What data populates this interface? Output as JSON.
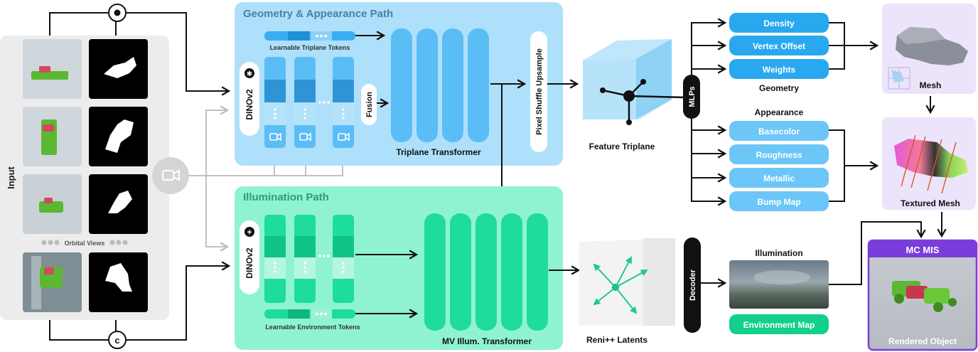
{
  "input": {
    "label": "Input",
    "orbital_views": "Orbital Views",
    "camera_icon": "camera-icon",
    "mult_symbol": "⊙",
    "concat_symbol": "c"
  },
  "geometry_path": {
    "title": "Geometry & Appearance Path",
    "tokens_label": "Learnable Triplane Tokens",
    "encoder": "DINOv2",
    "fusion": "Fusion",
    "transformer": "Triplane Transformer",
    "upsample": "Pixel Shuffle Upsample",
    "freeze_symbol": "✱"
  },
  "illumination_path": {
    "title": "Illumination Path",
    "encoder": "DINOv2",
    "tokens_label": "Learnable Environment Tokens",
    "transformer": "MV Illum. Transformer",
    "add_symbol": "+"
  },
  "feature_triplane": {
    "label": "Feature Triplane"
  },
  "mlps": {
    "label": "MLPs"
  },
  "geometry_outputs": {
    "title": "Geometry",
    "items": [
      "Density",
      "Vertex Offset",
      "Weights"
    ]
  },
  "appearance_outputs": {
    "title": "Appearance",
    "items": [
      "Basecolor",
      "Roughness",
      "Metallic",
      "Bump Map"
    ]
  },
  "mesh": {
    "label": "Mesh"
  },
  "textured_mesh": {
    "label": "Textured Mesh"
  },
  "reni": {
    "label": "Reni++ Latents"
  },
  "decoder": {
    "label": "Decoder"
  },
  "illumination": {
    "title": "Illumination",
    "env_map": "Environment Map"
  },
  "render": {
    "header": "MC MIS",
    "label": "Rendered Object"
  },
  "colors": {
    "geometry_bg": "#aee0fb",
    "geometry_col": "#5bbdf5",
    "geometry_btn": "#29a8f0",
    "appearance_btn": "#6cc6f7",
    "illum_bg": "#8ff3d3",
    "illum_col": "#1edc9c",
    "env_btn": "#12d08a",
    "render_purple": "#7a3ddb",
    "render_bg": "#ece4fb"
  }
}
